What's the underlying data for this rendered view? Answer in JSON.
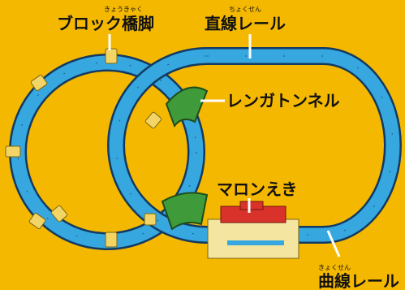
{
  "labels": {
    "block_pier": "ブロック橋脚",
    "block_pier_ruby": "きょうきゃく",
    "straight_rail": "直線レール",
    "straight_rail_ruby": "ちょくせん",
    "brick_tunnel": "レンガトンネル",
    "maron_station": "マロンえき",
    "curve_rail": "曲線レール",
    "curve_rail_ruby": "きょくせん"
  },
  "colors": {
    "background": "#f5b800",
    "rail": "#36a7df",
    "rail_edge": "#123a62",
    "tunnel": "#3f9a3a",
    "pier": "#f2d566",
    "station_roof": "#d9322a",
    "station_base": "#f4e6a0"
  },
  "icons": {
    "pier": "block-pier-icon",
    "tunnel": "brick-tunnel-icon",
    "station": "station-icon"
  }
}
